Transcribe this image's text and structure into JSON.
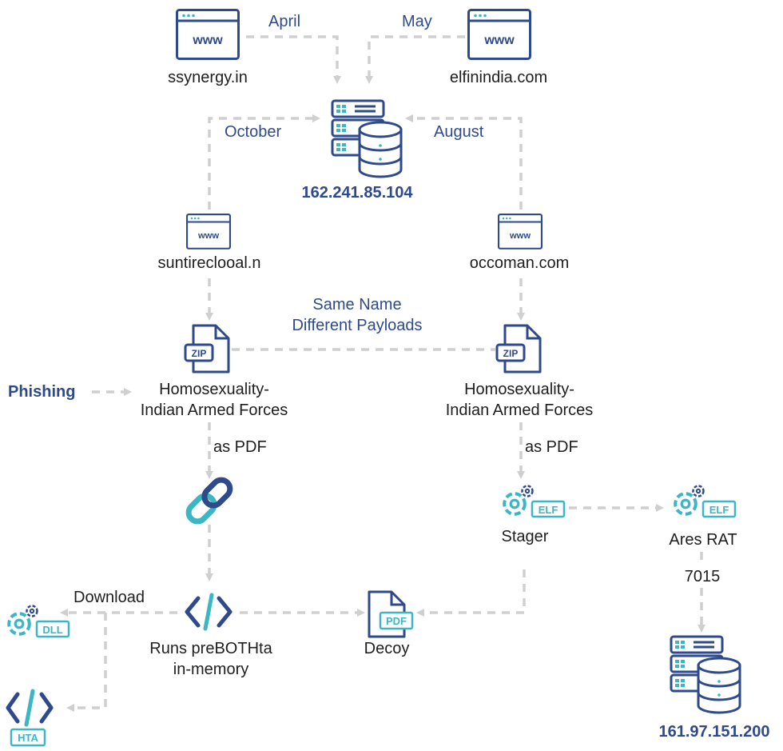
{
  "domains": {
    "top_left": "ssynergy.in",
    "top_right": "elfinindia.com",
    "mid_left": "suntireclooal.n",
    "mid_right": "occoman.com"
  },
  "months": {
    "april": "April",
    "may": "May",
    "october": "October",
    "august": "August"
  },
  "servers": {
    "c2_main": "162.241.85.104",
    "c2_ares": "161.97.151.200"
  },
  "notes": {
    "same_name_1": "Same Name",
    "same_name_2": "Different Payloads",
    "phishing": "Phishing",
    "as_pdf": "as PDF",
    "download": "Download",
    "port": "7015"
  },
  "files": {
    "zip_name_1": "Homosexuality-",
    "zip_name_2": "Indian Armed Forces",
    "zip_badge": "ZIP",
    "pdf_badge": "PDF",
    "elf_badge": "ELF",
    "dll_badge": "DLL",
    "hta_badge": "HTA",
    "stager": "Stager",
    "ares": "Ares RAT",
    "decoy": "Decoy",
    "runs_1": "Runs preBOTHta",
    "runs_2": "in-memory"
  },
  "browser_glyph": "www",
  "colors": {
    "navy": "#2e4a8a",
    "teal": "#3bb6c4",
    "arrow": "#cfcfcf",
    "text": "#1e1e1e"
  },
  "icons": [
    "browser-icon",
    "server-database-icon",
    "zip-file-icon",
    "link-icon",
    "gear-elf-icon",
    "gear-dll-icon",
    "code-icon",
    "pdf-file-icon"
  ]
}
